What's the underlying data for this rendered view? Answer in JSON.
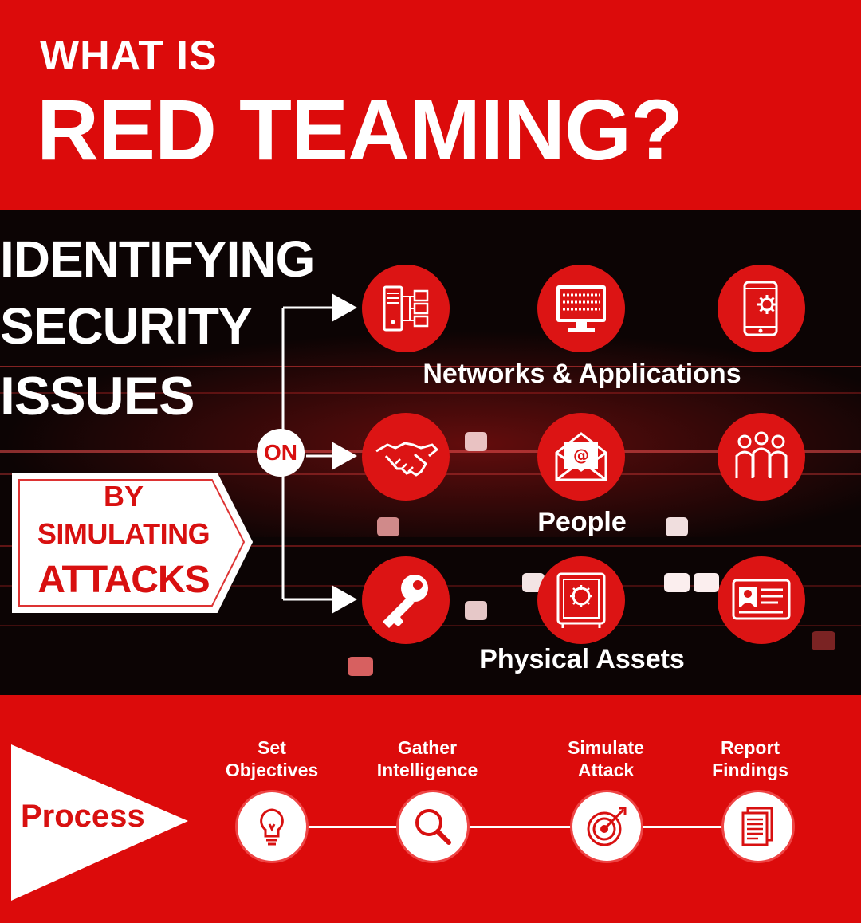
{
  "header": {
    "line1": "WHAT IS",
    "line2": "RED TEAMING?"
  },
  "headline": {
    "line1": "IDENTIFYING",
    "line2": "SECURITY",
    "line3": "ISSUES"
  },
  "connector": {
    "label": "ON"
  },
  "method": {
    "line1": "BY",
    "line2": "SIMULATING",
    "line3": "ATTACKS"
  },
  "categories": [
    {
      "label": "Networks & Applications",
      "icons": [
        "server-network-icon",
        "binary-monitor-icon",
        "mobile-gear-icon"
      ]
    },
    {
      "label": "People",
      "icons": [
        "handshake-icon",
        "email-icon",
        "group-people-icon"
      ]
    },
    {
      "label": "Physical Assets",
      "icons": [
        "key-icon",
        "safe-icon",
        "id-card-icon"
      ]
    }
  ],
  "process": {
    "label": "Process",
    "steps": [
      {
        "line1": "Set",
        "line2": "Objectives",
        "icon": "lightbulb-icon"
      },
      {
        "line1": "Gather",
        "line2": "Intelligence",
        "icon": "magnifier-icon"
      },
      {
        "line1": "Simulate",
        "line2": "Attack",
        "icon": "target-icon"
      },
      {
        "line1": "Report",
        "line2": "Findings",
        "icon": "document-icon"
      }
    ]
  },
  "colors": {
    "brand_red": "#dc0b0b",
    "dark": "#0c0404",
    "white": "#ffffff"
  }
}
